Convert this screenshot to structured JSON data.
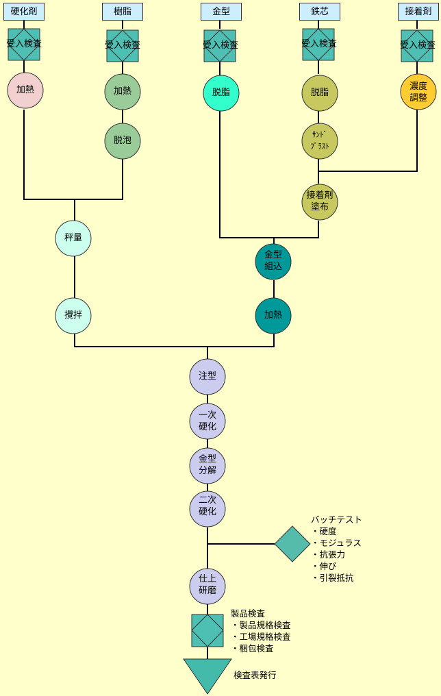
{
  "materials": [
    "硬化剤",
    "樹脂",
    "金型",
    "鉄芯",
    "接着剤"
  ],
  "inspection_label": "受入検査",
  "nodes": {
    "heat_hardener": [
      "加熱"
    ],
    "heat_resin": [
      "加熱"
    ],
    "defoam": [
      "脱泡"
    ],
    "degrease_mold": [
      "脱脂"
    ],
    "degrease_core": [
      "脱脂"
    ],
    "sandblast": [
      "ｻﾝﾄﾞ",
      "ﾌﾞﾗｽﾄ"
    ],
    "concentration": [
      "濃度",
      "調整"
    ],
    "adhesive_coat": [
      "接着剤",
      "塗布"
    ],
    "weigh": [
      "秤量"
    ],
    "stir": [
      "攪拌"
    ],
    "mold_assembly": [
      "金型",
      "組込"
    ],
    "heat_mold": [
      "加熱"
    ],
    "casting": [
      "注型"
    ],
    "primary_cure": [
      "一次",
      "硬化"
    ],
    "mold_release": [
      "金型",
      "分解"
    ],
    "secondary_cure": [
      "二次",
      "硬化"
    ],
    "finishing": [
      "仕上",
      "研磨"
    ]
  },
  "batch_test": {
    "title": "バッチテスト",
    "items": [
      "・硬度",
      "・モジュラス",
      "・抗張力",
      "・伸び",
      "・引裂抵抗"
    ]
  },
  "product_inspection": {
    "title": "製品検査",
    "items": [
      "・製品規格検査",
      "・工場規格検査",
      "・梱包検査"
    ]
  },
  "report": "検査表発行",
  "colors": {
    "background": "#ffffcc",
    "material_box": "#cceeff",
    "inspection_teal": "#4dbfb3",
    "pink": "#f2d0d0",
    "green": "#99cc99",
    "cyan": "#33ffcc",
    "olive": "#c8c860",
    "orange": "#ffcc33",
    "lightcyan": "#ccffee",
    "darkteal": "#009999",
    "lavender": "#ccccee",
    "diamond_teal": "#55bbaa",
    "triangle_teal": "#44bbaa"
  }
}
